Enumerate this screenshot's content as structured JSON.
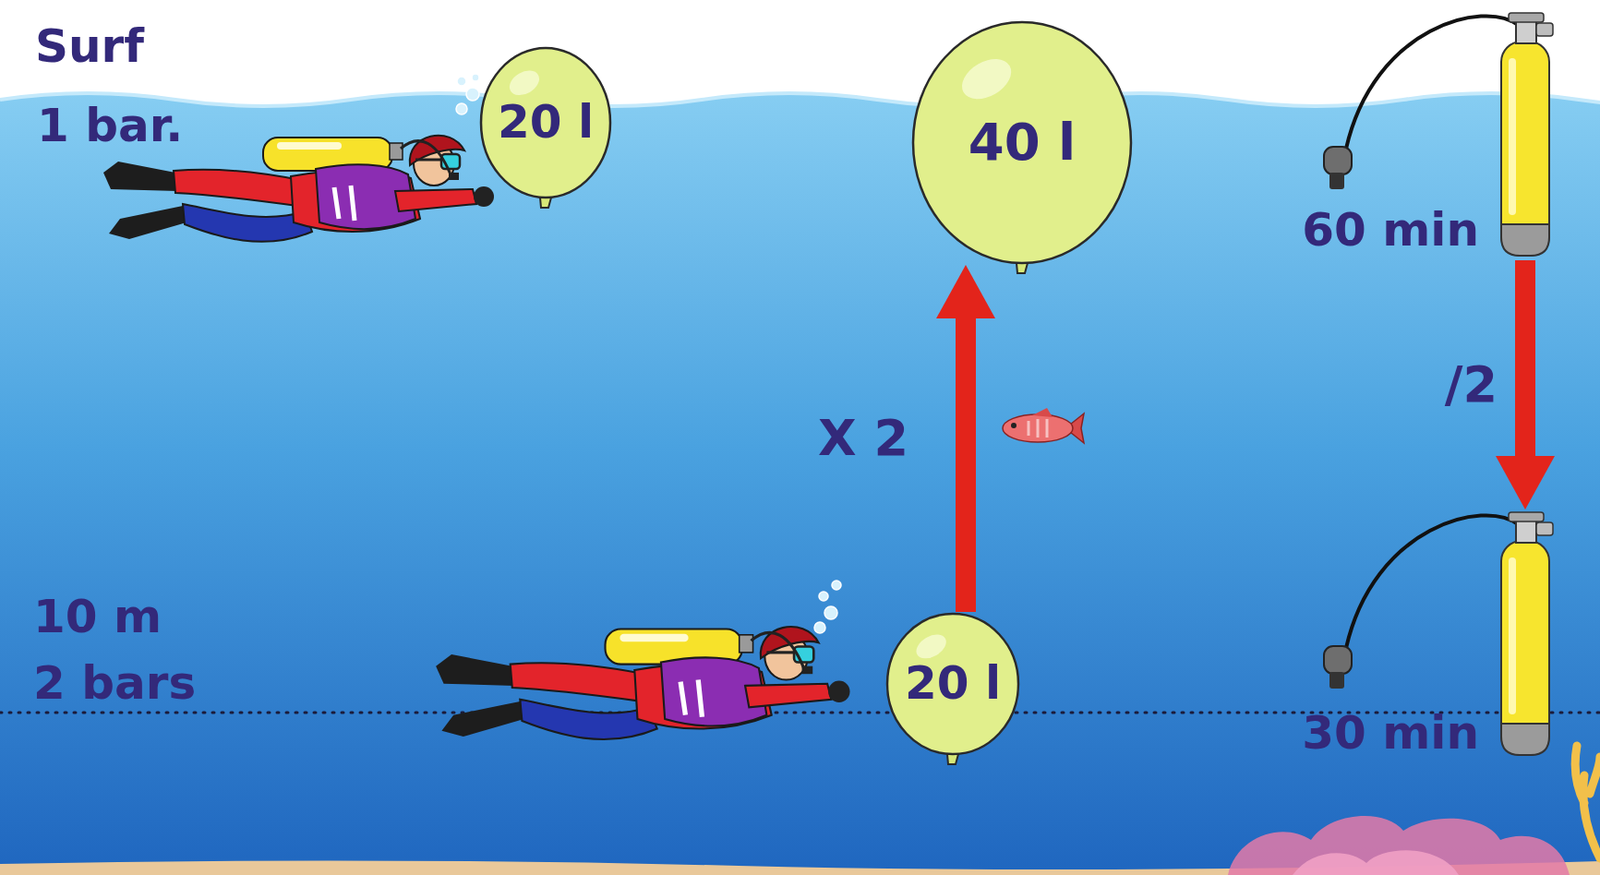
{
  "diagram": {
    "nodes": [
      {
        "text": [
          "20 l"
        ]
      },
      {
        "text": [
          "40 l"
        ]
      },
      {
        "text": [
          "60 min"
        ]
      },
      {
        "text": [
          "20 l"
        ]
      },
      {
        "text": [
          "30 min"
        ]
      }
    ],
    "edges": [
      {
        "from": 3,
        "to": 1,
        "arrow": "to",
        "label": "X 2"
      },
      {
        "from": 2,
        "to": 4,
        "arrow": "to",
        "label": "/2"
      }
    ],
    "labels": [
      "Surf",
      "1 bar.",
      "10 m",
      "2 bars"
    ]
  }
}
